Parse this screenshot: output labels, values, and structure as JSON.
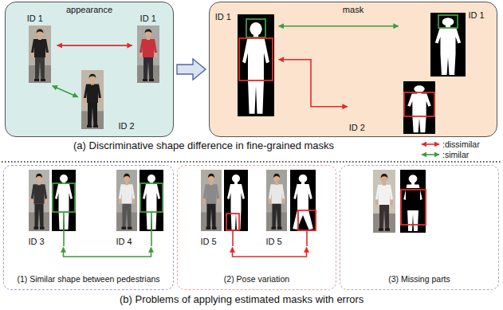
{
  "diagram": {
    "nodes": [
      {
        "text": [
          "appearance"
        ]
      },
      {
        "text": [
          "ID 1"
        ],
        "in": 0
      },
      {
        "text": [
          "ID 1"
        ],
        "in": 0
      },
      {
        "text": [
          "ID 2"
        ],
        "in": 0
      },
      {
        "text": [
          "mask"
        ]
      },
      {
        "text": [
          "ID 1"
        ],
        "in": 4
      },
      {
        "text": [
          "ID 1"
        ],
        "in": 4
      },
      {
        "text": [
          "ID 2"
        ],
        "in": 4
      },
      {
        "text": [
          "(1) Similar shape between pedestrians"
        ]
      },
      {
        "text": [
          "ID 3"
        ],
        "in": 8
      },
      {
        "text": [
          "ID 4"
        ],
        "in": 8
      },
      {
        "text": [
          "(2) Pose variation"
        ]
      },
      {
        "text": [
          "ID 5"
        ],
        "in": 11
      },
      {
        "text": [
          "ID 5"
        ],
        "in": 11
      },
      {
        "text": [
          "(3) Missing parts"
        ]
      }
    ],
    "edges": [
      {
        "from": 0,
        "to": 4,
        "arrow": "to"
      },
      {
        "from": 1,
        "to": 2,
        "arrow": "both"
      },
      {
        "from": 1,
        "to": 3,
        "arrow": "both"
      },
      {
        "from": 5,
        "to": 6,
        "arrow": "both"
      },
      {
        "from": 5,
        "to": 7,
        "arrow": "both"
      },
      {
        "from": 9,
        "to": 10,
        "arrow": "both"
      },
      {
        "from": 12,
        "to": 13,
        "arrow": "both"
      }
    ],
    "labels": [
      "(a) Discriminative shape difference in fine-grained masks",
      "(b) Problems of applying estimated masks with errors"
    ],
    "legend": [
      {
        "text": ":dissimilar"
      },
      {
        "text": ":similar"
      }
    ]
  }
}
